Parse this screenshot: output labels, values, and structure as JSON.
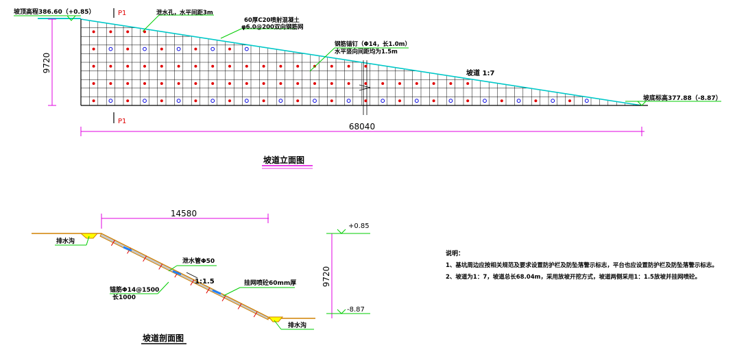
{
  "elevation": {
    "top_label": "坡顶高程386.60（+0.85）",
    "bottom_label": "坡底标高377.88（-8.87）",
    "section_mark_top": "P1",
    "section_mark_bottom": "P1",
    "height_dim": "9720",
    "length_dim": "68040",
    "slope_label": "坡道 1:7",
    "drain_note": "泄水孔，水平间距3m",
    "shotcrete_note_1": "60厚C20喷射混凝土",
    "shotcrete_note_2": "φ6.0@200双向钢筋网",
    "anchor_note_1": "钢筋锚钉（Φ14，长1.0m）",
    "anchor_note_2": "水平竖向间距均为1.5m",
    "title": "坡道立面图"
  },
  "section": {
    "width_dim": "14580",
    "height_dim": "9720",
    "top_elev": "+0.85",
    "bottom_elev": "-8.87",
    "ditch_left": "排水沟",
    "ditch_right": "排水沟",
    "drain_pipe": "泄水管Φ50",
    "shotcrete": "挂网喷砼60mm厚",
    "anchor_1": "锚筋Φ14@1500",
    "anchor_2": "长1000",
    "slope": "1:1.5",
    "title": "坡道剖面图"
  },
  "notes": {
    "heading": "说明：",
    "items": [
      "1、基坑周边应按相关规范及要求设置防护栏及防坠落警示标志，平台也应设置防护栏及防坠落警示标志。",
      "2、坡道为1：7，坡道总长68.04m，采用放坡开挖方式，坡道两侧采用1：1.5放坡并挂网喷砼。"
    ]
  },
  "colors": {
    "grid": "#000000",
    "anchor_dot": "#e00000",
    "drain_hole": "#0000e0",
    "slope_line": "#00c8c8",
    "leader": "#00cc00",
    "dimension": "#e000e0",
    "section_fill": "#c8c8c8",
    "ground": "#d08000"
  }
}
